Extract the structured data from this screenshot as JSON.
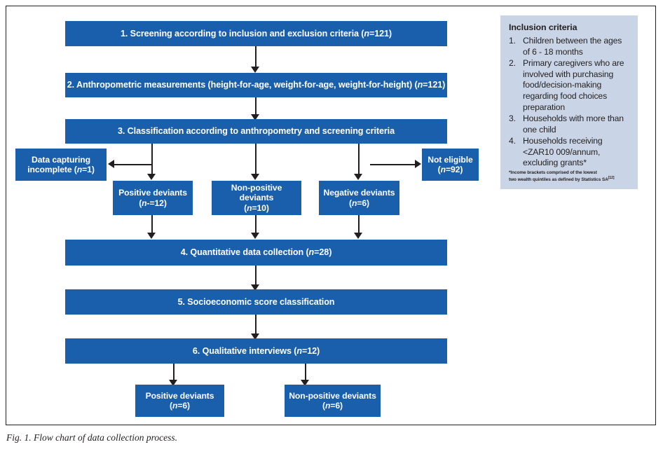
{
  "figure": {
    "caption": "Fig. 1. Flow chart of data collection process.",
    "accent_color": "#1a5fab",
    "panel_color": "#c9d5e6",
    "line_color": "#231f20"
  },
  "flow": {
    "step1": {
      "text": "1. Screening according to inclusion and exclusion criteria (n=121)"
    },
    "step2": {
      "text": "2. Anthropometric measurements (height-for-age, weight-for-age, weight-for-height) (n=121)"
    },
    "step3": {
      "text": "3. Classification according to anthropometry and screening criteria"
    },
    "data_capturing": {
      "line1": "Data capturing",
      "line2": "incomplete (n=1)"
    },
    "not_eligible": {
      "line1": "Not eligible",
      "line2": "(n=92)"
    },
    "positive_deviants": {
      "line1": "Positive deviants",
      "line2": "(n-=12)"
    },
    "non_positive_deviants": {
      "line1": "Non-positive deviants",
      "line2": "(n=10)"
    },
    "negative_deviants": {
      "line1": "Negative deviants",
      "line2": "(n=6)"
    },
    "step4": {
      "text": "4. Quantitative data collection (n=28)"
    },
    "step5": {
      "text": "5. Socioeconomic score classification"
    },
    "step6": {
      "text": "6. Qualitative interviews (n=12)"
    },
    "positive_deviants_final": {
      "line1": "Positive deviants",
      "line2": "(n=6)"
    },
    "non_positive_deviants_final": {
      "line1": "Non-positive deviants",
      "line2": "(n=6)"
    }
  },
  "inclusion": {
    "title": "Inclusion criteria",
    "items": [
      {
        "num": "1.",
        "text": "Children between the ages of 6 - 18 months"
      },
      {
        "num": "2.",
        "text": "Primary caregivers who are involved with purchasing food/decision-making regarding food choices preparation"
      },
      {
        "num": "3.",
        "text": "Households with more than one child"
      },
      {
        "num": "4.",
        "text": "Households receiving <ZAR10 009/annum, excluding grants*"
      }
    ],
    "footnote_line1": "*Income brackets comprised of the lowest",
    "footnote_line2": "two wealth quintiles as defined by Statistics SA",
    "footnote_ref": "[12]"
  }
}
